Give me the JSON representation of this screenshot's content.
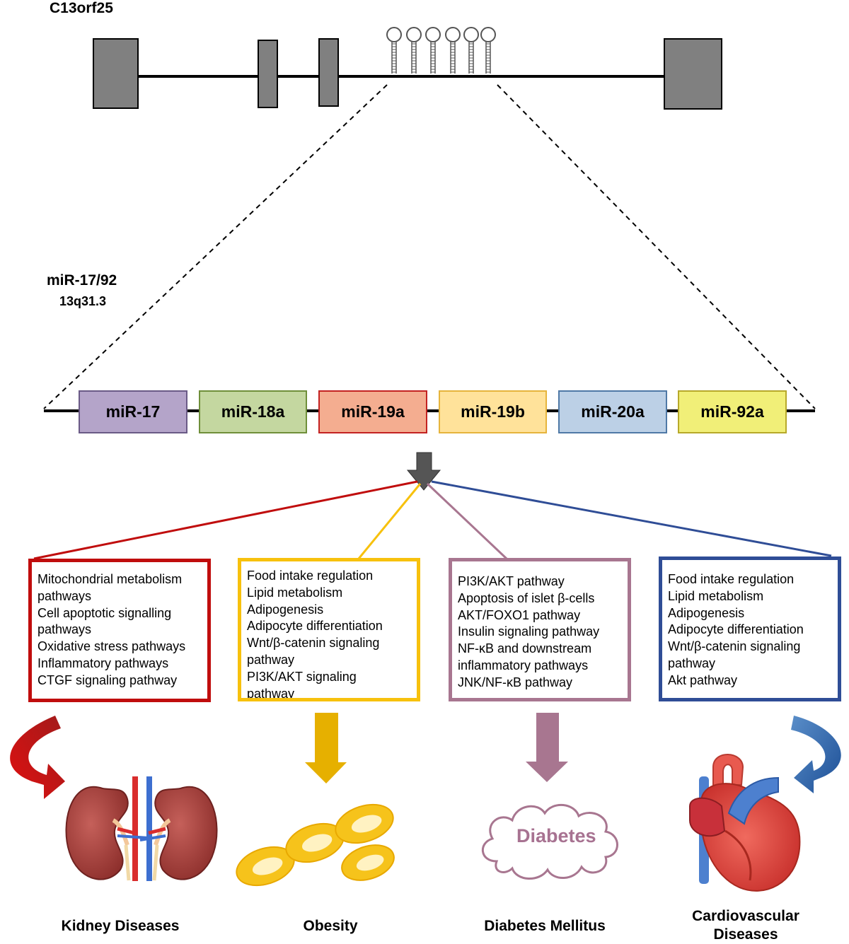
{
  "gene": {
    "name": "C13orf25"
  },
  "cluster": {
    "name": "miR-17/92",
    "locus": "13q31.3"
  },
  "mirnas": [
    {
      "label": "miR-17",
      "fill": "#b4a4c9",
      "border": "#6a5a86"
    },
    {
      "label": "miR-18a",
      "fill": "#c4d7a0",
      "border": "#6f8f3a"
    },
    {
      "label": "miR-19a",
      "fill": "#f4ad90",
      "border": "#c32222"
    },
    {
      "label": "miR-19b",
      "fill": "#ffe29a",
      "border": "#e6b43c"
    },
    {
      "label": "miR-20a",
      "fill": "#bcd0e6",
      "border": "#4f79a6"
    },
    {
      "label": "miR-92a",
      "fill": "#f1ef78",
      "border": "#b7a92a"
    }
  ],
  "pathways": [
    {
      "color": "#c00d0d",
      "items": [
        "Mitochondrial metabolism",
        "pathways",
        "Cell apoptotic signalling",
        "pathways",
        "Oxidative stress pathways",
        "Inflammatory pathways",
        "CTGF signaling pathway"
      ]
    },
    {
      "color": "#f7c10d",
      "items": [
        "Food intake regulation",
        "Lipid metabolism",
        "Adipogenesis",
        "Adipocyte differentiation",
        "Wnt/β-catenin signaling",
        "pathway",
        "PI3K/AKT signaling",
        "pathway"
      ]
    },
    {
      "color": "#a87690",
      "items": [
        "PI3K/AKT pathway",
        "Apoptosis of islet β-cells",
        "AKT/FOXO1 pathway",
        "Insulin signaling pathway",
        "NF-κB and downstream",
        "inflammatory pathways",
        "JNK/NF-κB pathway"
      ]
    },
    {
      "color": "#2f4d96",
      "items": [
        "Food intake regulation",
        "Lipid metabolism",
        "Adipogenesis",
        "Adipocyte differentiation",
        "Wnt/β-catenin signaling",
        "pathway",
        "Akt pathway"
      ]
    }
  ],
  "diabetes_cloud_text": "Diabetes",
  "diseases": [
    {
      "label": "Kidney Diseases"
    },
    {
      "label": "Obesity"
    },
    {
      "label": "Diabetes Mellitus"
    },
    {
      "label": "Cardiovascular Diseases"
    }
  ],
  "icons": [
    "kidney-icon",
    "fat-cells-icon",
    "diabetes-cloud-icon",
    "heart-icon"
  ]
}
